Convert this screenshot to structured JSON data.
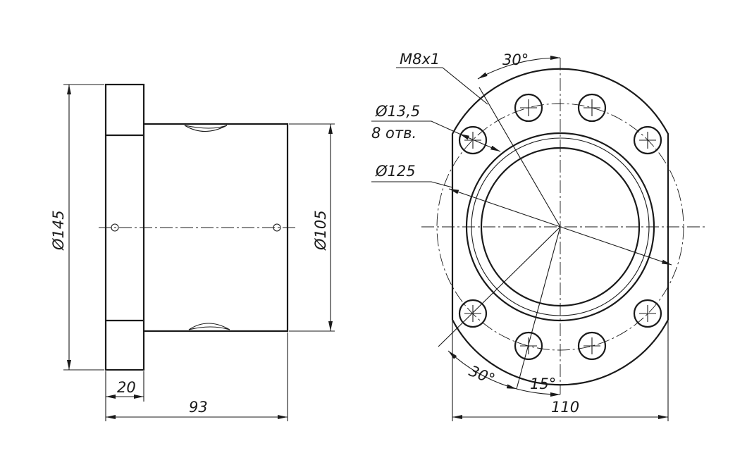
{
  "dimensions": {
    "flange_diameter": "Ø145",
    "body_diameter": "Ø105",
    "flange_width": "20",
    "overall_length": "93",
    "thread": "M8x1",
    "hole_diameter": "Ø13,5",
    "hole_count": "8 отв.",
    "bolt_circle": "Ø125",
    "angle_top": "30°",
    "angle_bottom": "30°",
    "angle_offset": "15°",
    "flat_width": "110"
  }
}
